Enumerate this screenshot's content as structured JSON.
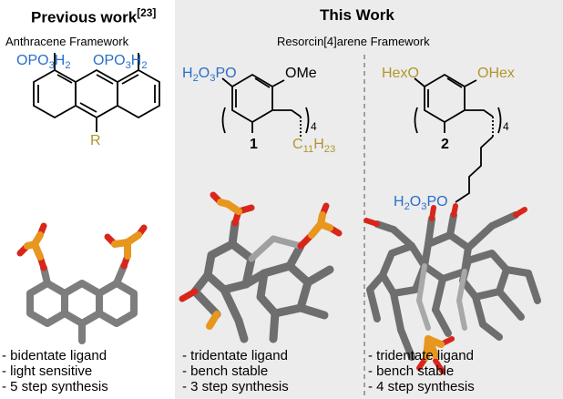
{
  "left": {
    "title": "Previous work",
    "title_ref": "[23]",
    "subtitle": "Anthracene Framework",
    "substituents": {
      "left_group": "OPO3H2",
      "right_group": "OPO3H2",
      "r_group": "R"
    },
    "bullets": [
      "- bidentate ligand",
      "- light sensitive",
      "- 5 step synthesis"
    ]
  },
  "right": {
    "title": "This Work",
    "subtitle": "Resorcin[4]arene Framework",
    "compound1": {
      "number": "1",
      "left_group": "H2O3PO",
      "right_group": "OMe",
      "repeat": "4",
      "chain": "C11H23",
      "bullets": [
        "- tridentate ligand",
        "- bench stable",
        "- 3 step synthesis"
      ]
    },
    "compound2": {
      "number": "2",
      "left_group": "HexO",
      "right_group": "OHex",
      "repeat": "4",
      "anchor": "H2O3PO",
      "bullets": [
        "- tridentate ligand",
        "- bench stable",
        "- 4 step synthesis"
      ]
    }
  },
  "colors": {
    "phosphonate_blue": "#2a6fc9",
    "alkyl_olive": "#b0962a",
    "panel_gray": "#ececec",
    "carbon_gray": "#7d7d7d",
    "phosphorus_orange": "#e8961e",
    "oxygen_red": "#d9261c"
  }
}
